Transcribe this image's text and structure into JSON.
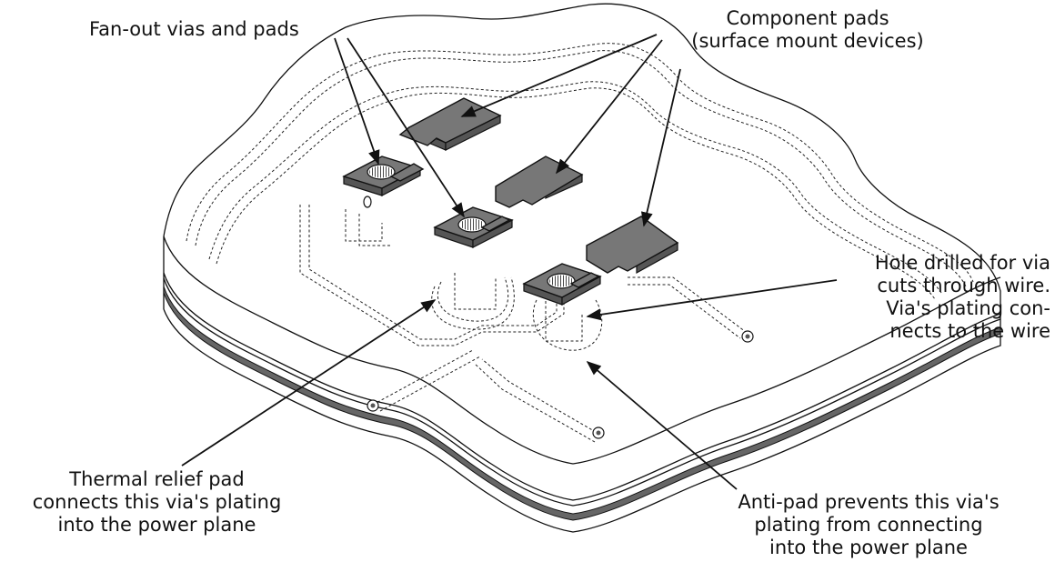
{
  "labels": {
    "fanout": "Fan-out vias and pads",
    "component_line1": "Component pads",
    "component_line2": "(surface mount devices)",
    "hole_line1": "Hole drilled for via",
    "hole_line2": "cuts through wire.",
    "hole_line3": "Via's plating con-",
    "hole_line4": "nects to the wire",
    "thermal_line1": "Thermal relief pad",
    "thermal_line2": "connects this via's plating",
    "thermal_line3": "into the power plane",
    "antipad_line1": "Anti-pad prevents this via's",
    "antipad_line2": "plating from connecting",
    "antipad_line3": "into the power plane"
  },
  "colors": {
    "pad": "#777777",
    "plane": "#666666",
    "line": "#111111"
  }
}
